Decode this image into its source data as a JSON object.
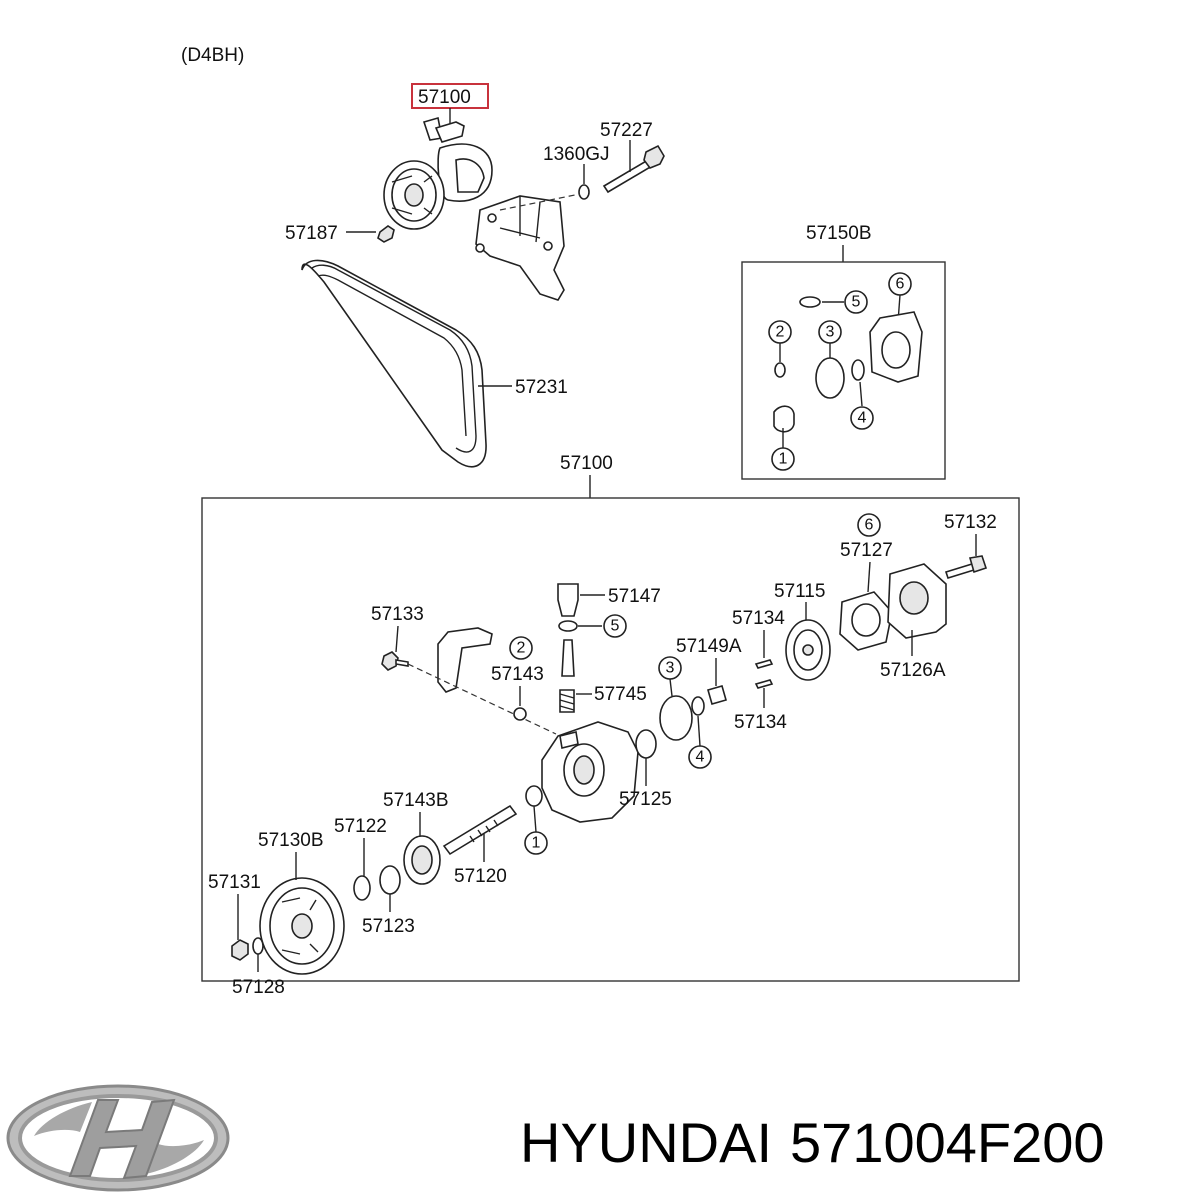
{
  "engine_code": "(D4BH)",
  "highlighted_part": "57100",
  "upper": {
    "bracket_bolt": "57227",
    "washer": "1360GJ",
    "pulley_bolt": "57187",
    "belt": "57231"
  },
  "kit": {
    "label": "57150B",
    "items": [
      "1",
      "2",
      "3",
      "4",
      "5",
      "6"
    ]
  },
  "assembly": {
    "label": "57100",
    "parts": {
      "p57132": "57132",
      "p57127": "57127",
      "p57126A": "57126A",
      "p57147": "57147",
      "p57115": "57115",
      "p57134a": "57134",
      "p57134b": "57134",
      "p57149A": "57149A",
      "p57133": "57133",
      "p57143": "57143",
      "p57745": "57745",
      "p57125": "57125",
      "p57143B": "57143B",
      "p57122": "57122",
      "p57130B": "57130B",
      "p57131": "57131",
      "p57120": "57120",
      "p57123": "57123",
      "p57128": "57128"
    },
    "callouts": {
      "c6": "6",
      "c5": "5",
      "c2": "2",
      "c3": "3",
      "c4": "4",
      "c1": "1"
    }
  },
  "brand": "HYUNDAI",
  "part_number": "571004F200"
}
